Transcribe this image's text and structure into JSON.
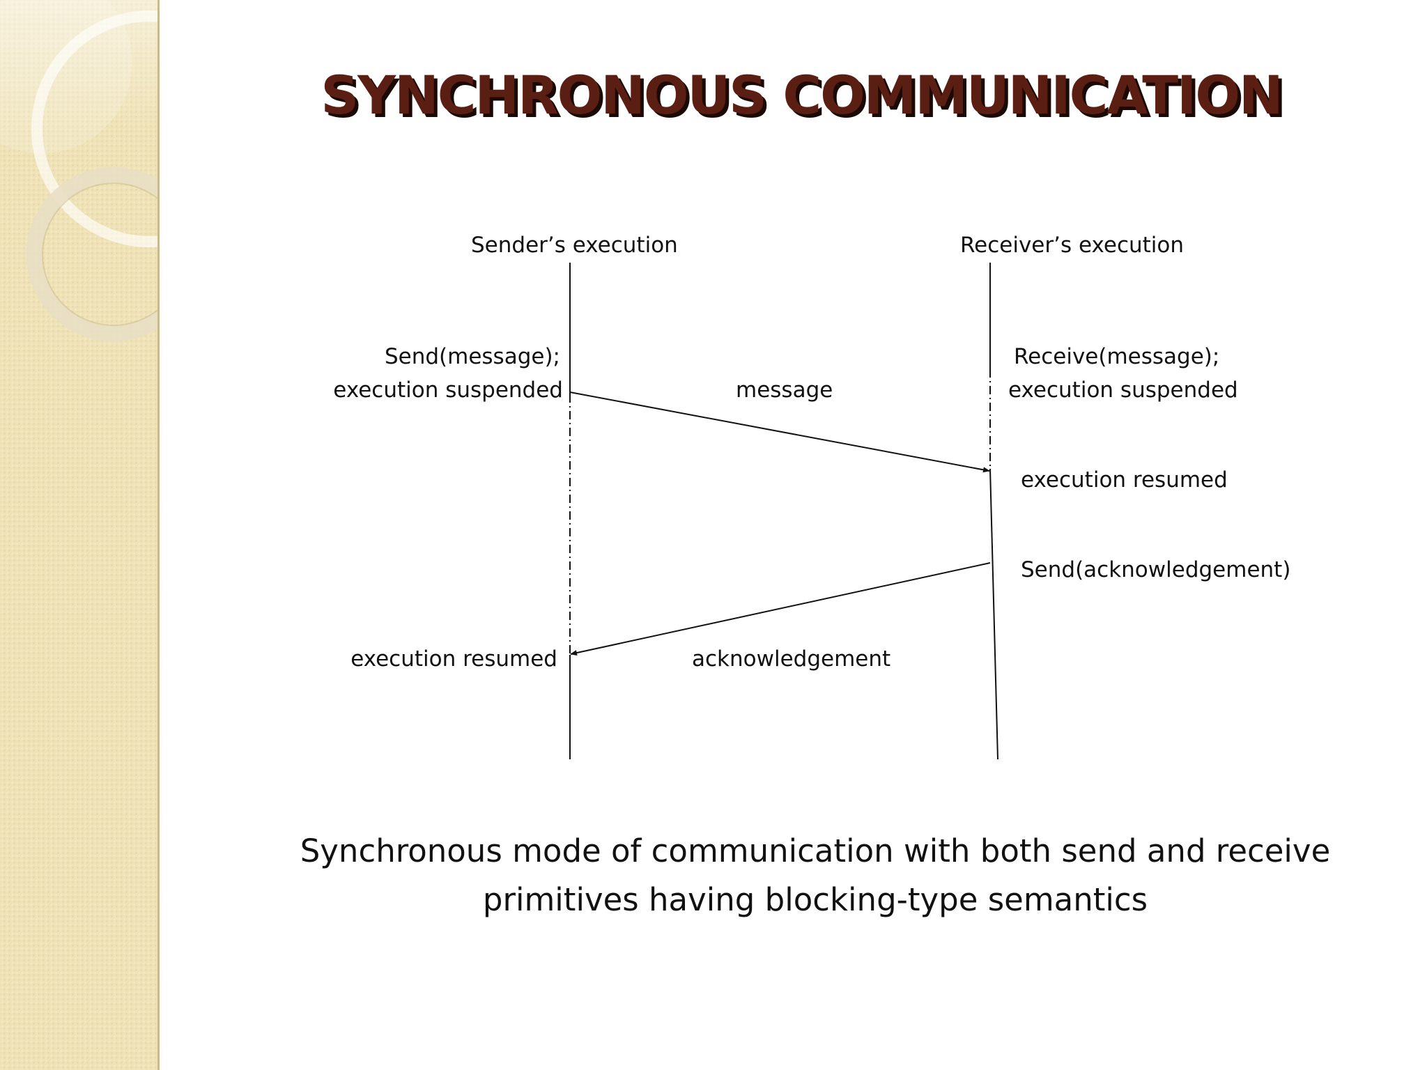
{
  "slide": {
    "title": "SYNCHRONOUS COMMUNICATION",
    "caption_lines": [
      "Synchronous mode of communication with both send and receive",
      "primitives having blocking-type semantics"
    ]
  },
  "diagram": {
    "sender_header": "Sender’s execution",
    "receiver_header": "Receiver’s execution",
    "sender_labels": {
      "send_call": "Send(message);",
      "suspended": "execution suspended",
      "resumed": "execution resumed"
    },
    "receiver_labels": {
      "receive_call": "Receive(message);",
      "suspended": "execution suspended",
      "resumed": "execution resumed",
      "send_ack": "Send(acknowledgement)"
    },
    "message_label": "message",
    "ack_label": "acknowledgement"
  },
  "colors": {
    "title": "#5a1f12",
    "title_shadow": "#1a0905",
    "sidebar": "#efe2b6",
    "text": "#111111",
    "line": "#111111"
  }
}
